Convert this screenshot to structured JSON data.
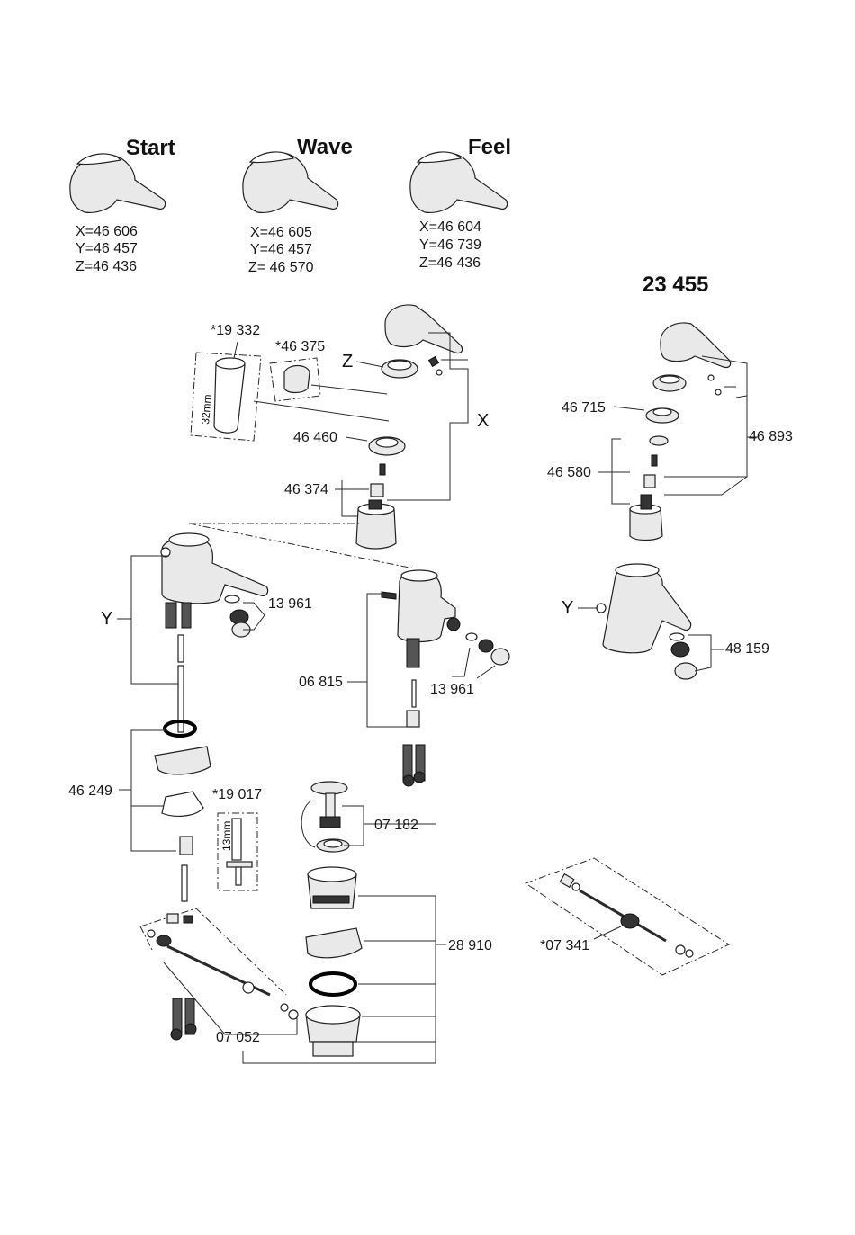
{
  "handles": [
    {
      "name": "Start",
      "codes": [
        "X=46 606",
        "Y=46 457",
        "Z=46 436"
      ]
    },
    {
      "name": "Wave",
      "codes": [
        "X=46 605",
        "Y=46 457",
        "Z= 46 570"
      ]
    },
    {
      "name": "Feel",
      "codes": [
        "X=46 604",
        "Y=46 739",
        "Z=46 436"
      ]
    }
  ],
  "model": "23 455",
  "letters": {
    "x": "X",
    "y": "Y",
    "z": "Z"
  },
  "dimensions": {
    "tool_a": "32mm",
    "tool_b": "13mm"
  },
  "parts": {
    "p19332": "*19 332",
    "p46375": "*46 375",
    "p46460": "46 460",
    "p46374": "46 374",
    "p13961a": "13 961",
    "p13961b": "13 961",
    "p06815": "06 815",
    "p46249": "46 249",
    "p19017": "*19 017",
    "p07182": "07 182",
    "p28910": "28 910",
    "p07052": "07 052",
    "p46715": "46 715",
    "p46893": "46 893",
    "p46580": "46 580",
    "p48159": "48 159",
    "p07341": "*07 341"
  },
  "icons": [
    "lever-handle-icon",
    "faucet-body-icon",
    "bidet-body-icon",
    "cartridge-icon",
    "o-ring-icon",
    "aerator-icon",
    "drain-plug-icon",
    "hose-icon",
    "assembly-tool-icon"
  ]
}
